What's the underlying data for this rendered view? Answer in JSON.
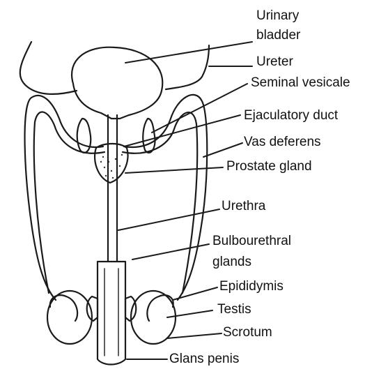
{
  "labels": {
    "urinary_bladder_line1": "Urinary",
    "urinary_bladder_line2": "bladder",
    "ureter": "Ureter",
    "seminal_vesicle": "Seminal vesicale",
    "ejaculatory_duct": "Ejaculatory duct",
    "vas_deferens": "Vas deferens",
    "prostate_gland": "Prostate gland",
    "urethra": "Urethra",
    "bulbourethral_line1": "Bulbourethral",
    "bulbourethral_line2": "glands",
    "epididymis": "Epididymis",
    "testis": "Testis",
    "scrotum": "Scrotum",
    "glans_penis": "Glans penis"
  }
}
